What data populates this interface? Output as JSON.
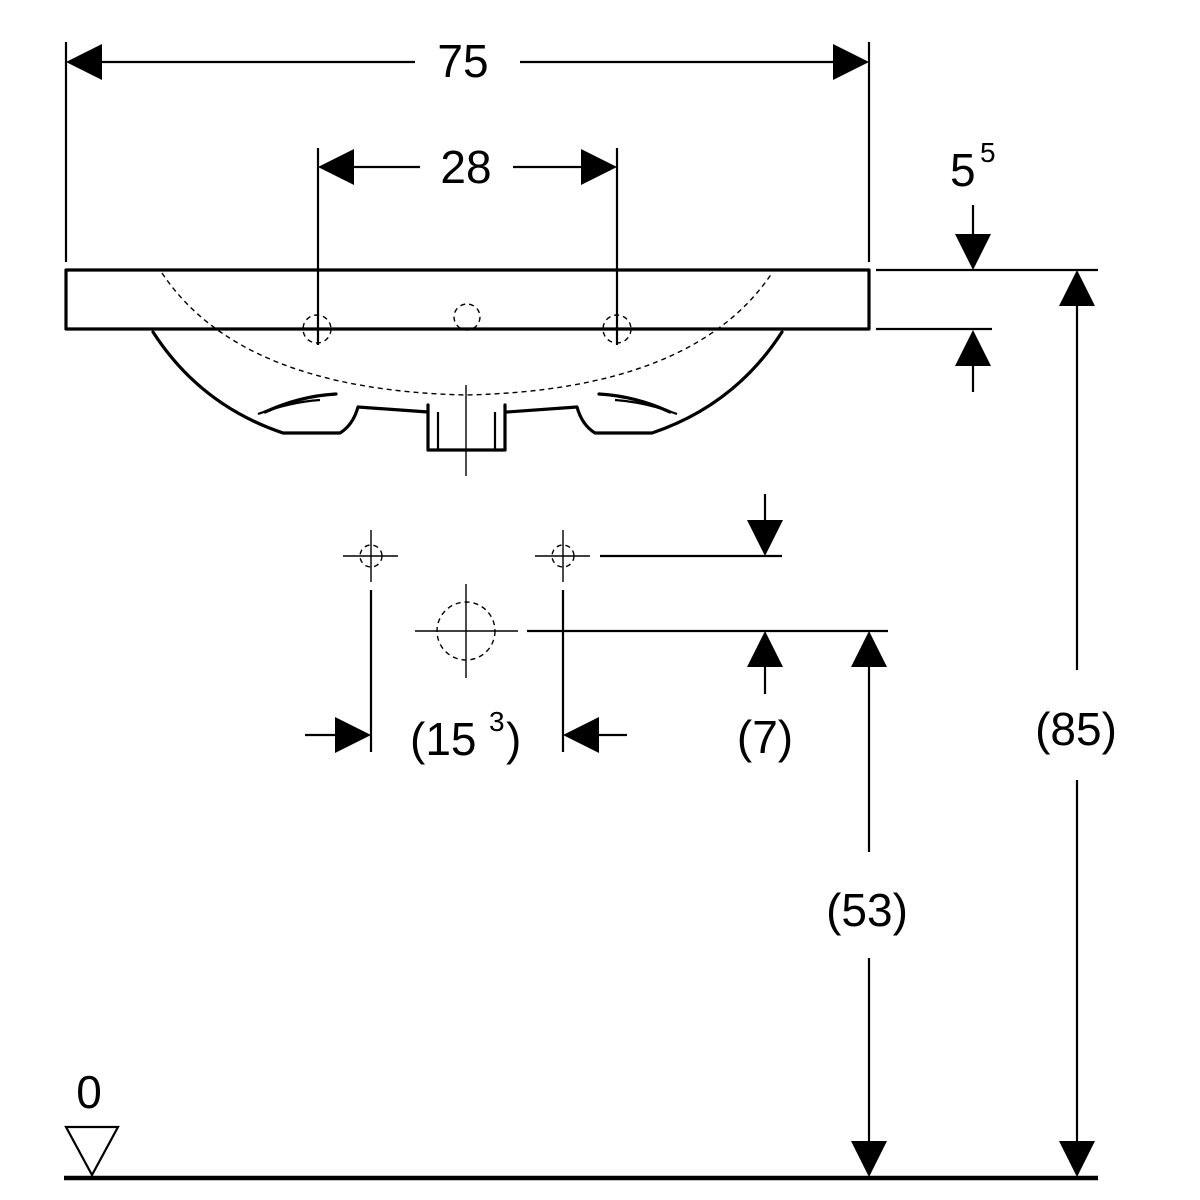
{
  "dimensions": {
    "total_width": "75",
    "tap_hole_spacing": "28",
    "rim_thickness": {
      "base": "5",
      "superscript": "5"
    },
    "supply_spacing": {
      "open": "(15",
      "superscript": "3",
      "close": ")"
    },
    "supply_offset": "(7)",
    "drain_height": "(53)",
    "total_height": "(85)",
    "floor_reference": "0"
  }
}
